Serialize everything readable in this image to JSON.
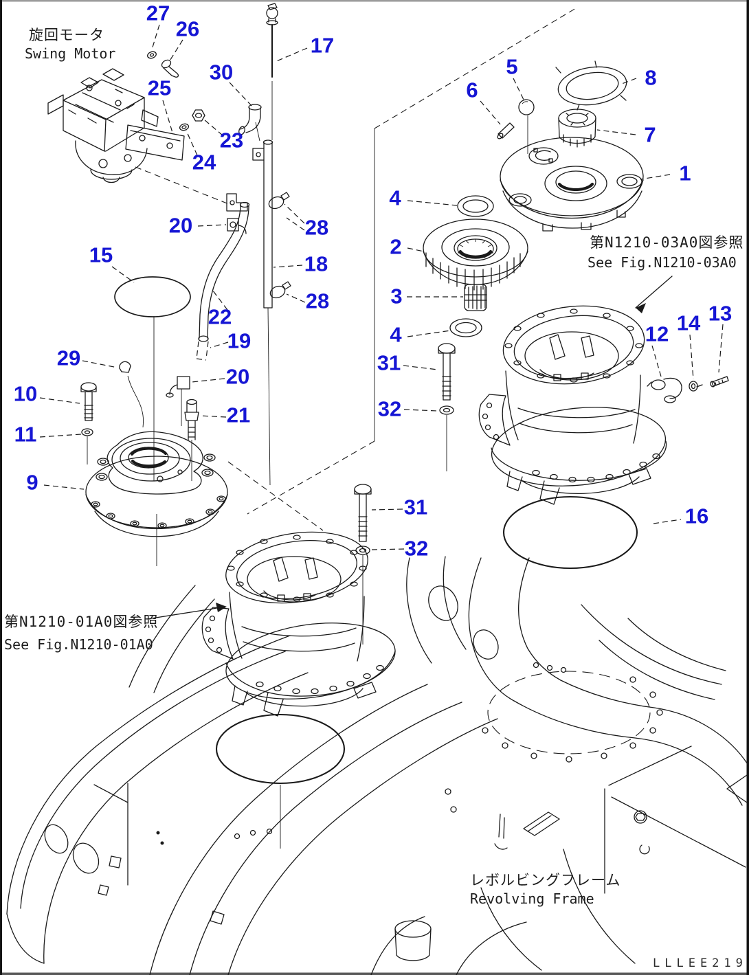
{
  "labels": {
    "swing_motor_jp": "旋回モータ",
    "swing_motor_en": "Swing Motor",
    "see_fig_right_jp": "第N1210-03A0図参照",
    "see_fig_right_en": "See Fig.N1210-03A0",
    "see_fig_left_jp": "第N1210-01A0図参照",
    "see_fig_left_en": "See Fig.N1210-01A0",
    "revolving_frame_jp": "レボルビングフレーム",
    "revolving_frame_en": "Revolving Frame",
    "doc_number": "LLLEE219"
  },
  "colors": {
    "callout_blue": "#1616d4",
    "line_black": "#1a1a1a",
    "background": "#ffffff"
  },
  "callouts": [
    {
      "label": "27"
    },
    {
      "label": "26"
    },
    {
      "label": "17"
    },
    {
      "label": "30"
    },
    {
      "label": "25"
    },
    {
      "label": "5"
    },
    {
      "label": "6"
    },
    {
      "label": "8"
    },
    {
      "label": "23"
    },
    {
      "label": "24"
    },
    {
      "label": "7"
    },
    {
      "label": "1"
    },
    {
      "label": "4"
    },
    {
      "label": "20"
    },
    {
      "label": "28"
    },
    {
      "label": "2"
    },
    {
      "label": "15"
    },
    {
      "label": "18"
    },
    {
      "label": "3"
    },
    {
      "label": "28"
    },
    {
      "label": "22"
    },
    {
      "label": "4"
    },
    {
      "label": "13"
    },
    {
      "label": "14"
    },
    {
      "label": "12"
    },
    {
      "label": "19"
    },
    {
      "label": "29"
    },
    {
      "label": "31"
    },
    {
      "label": "20"
    },
    {
      "label": "10"
    },
    {
      "label": "32"
    },
    {
      "label": "21"
    },
    {
      "label": "11"
    },
    {
      "label": "9"
    },
    {
      "label": "31"
    },
    {
      "label": "32"
    },
    {
      "label": "16"
    }
  ]
}
